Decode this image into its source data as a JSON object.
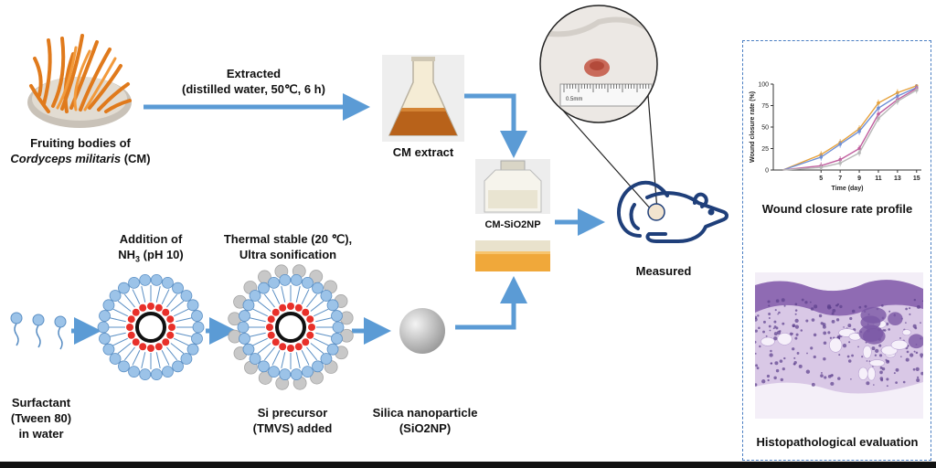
{
  "colors": {
    "arrow": "#5b9bd5",
    "micelle_bead": "#9cc3e8",
    "micelle_inner": "#e8302a",
    "core": "#111111",
    "si_bead": "#c8c8c8",
    "panel_border": "#4a7ec2"
  },
  "top_row": {
    "cm_label_line1": "Fruiting bodies of",
    "cm_label_line2": "Cordyceps militaris",
    "cm_label_line2_suffix": " (CM)",
    "extract_step_line1": "Extracted",
    "extract_step_line2": "(distilled water, 50℃, 6 h)",
    "extract_label": "CM extract"
  },
  "bottom_row": {
    "surfactant_line1": "Surfactant",
    "surfactant_line2": "(Tween 80)",
    "surfactant_line3": "in water",
    "ammonia_line1": "Addition of",
    "ammonia_line2_prefix": "NH",
    "ammonia_line2_sub": "3",
    "ammonia_line2_suffix": " (pH 10)",
    "thermal_line1": "Thermal stable (20 ℃),",
    "thermal_line2": "Ultra sonification",
    "precursor_line1": "Si precursor",
    "precursor_line2": "(TMVS) added",
    "nanoparticle_line1": "Silica nanoparticle",
    "nanoparticle_line2": "(SiO2NP)"
  },
  "product": {
    "label": "CM-SiO2NP"
  },
  "measure": {
    "label": "Measured",
    "ruler_text": "0.5mm"
  },
  "panel": {
    "chart_caption": "Wound closure rate profile",
    "histo_caption": "Histopathological evaluation"
  },
  "chart_data": {
    "type": "line",
    "title": "",
    "xlabel": "Time (day)",
    "ylabel": "Wound closure rate (%)",
    "x": [
      1,
      5,
      7,
      9,
      11,
      13,
      15
    ],
    "xticks": [
      5,
      7,
      9,
      11,
      13,
      15
    ],
    "yticks": [
      0,
      25,
      50,
      75,
      100
    ],
    "xlim": [
      0,
      15.5
    ],
    "ylim": [
      0,
      100
    ],
    "series": [
      {
        "color": "#e6a23c",
        "values": [
          0,
          18,
          32,
          48,
          78,
          90,
          98
        ]
      },
      {
        "color": "#6e8fd6",
        "values": [
          0,
          15,
          30,
          45,
          72,
          86,
          96
        ]
      },
      {
        "color": "#c05e9e",
        "values": [
          0,
          5,
          12,
          25,
          65,
          82,
          95
        ]
      },
      {
        "color": "#b7b7b7",
        "values": [
          0,
          3,
          8,
          20,
          60,
          80,
          93
        ]
      }
    ]
  }
}
